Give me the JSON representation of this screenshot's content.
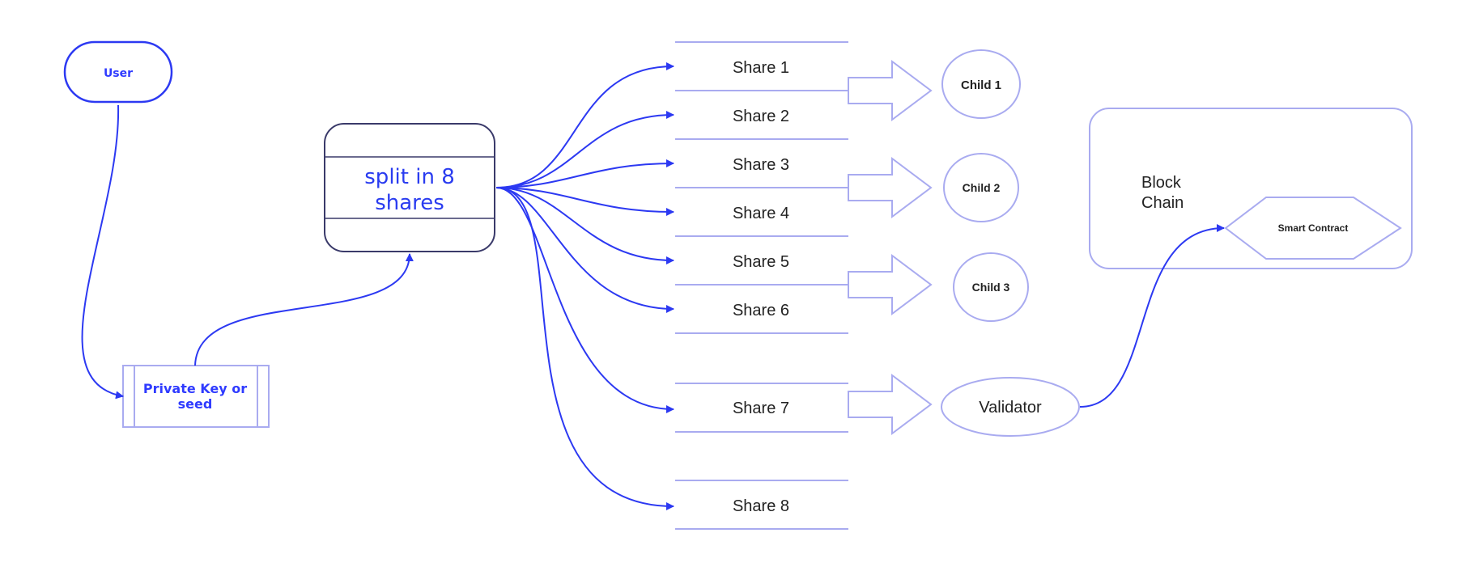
{
  "colors": {
    "connector": "#2c39f2",
    "shape_outline": "#a9abf0",
    "dark_outline": "#3a3a6a"
  },
  "nodes": {
    "user": "User",
    "private_key": [
      "Private Key or",
      "seed"
    ],
    "split": [
      "split in 8",
      "shares"
    ],
    "shares": [
      "Share 1",
      "Share 2",
      "Share 3",
      "Share 4",
      "Share 5",
      "Share 6",
      "Share 7",
      "Share 8"
    ],
    "children": [
      "Child 1",
      "Child 2",
      "Child 3"
    ],
    "validator": "Validator",
    "blockchain": [
      "Block",
      "Chain"
    ],
    "smart_contract": "Smart Contract"
  }
}
